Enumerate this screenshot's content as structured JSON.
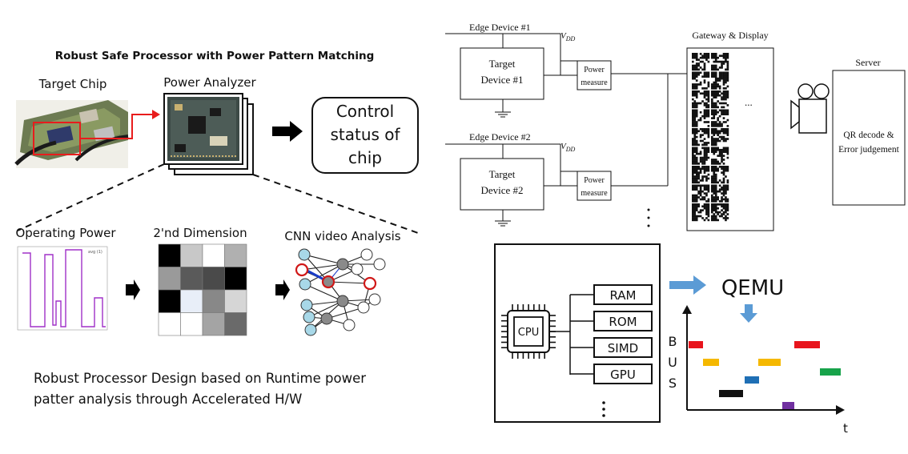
{
  "left_panel": {
    "title": "Robust Safe Processor with Power Pattern Matching",
    "target_chip": "Target Chip",
    "power_analyzer": "Power Analyzer",
    "control_box_lines": [
      "Control",
      "status of",
      "chip"
    ],
    "operating_power": "Operating Power",
    "second_dimension": "2'nd Dimension",
    "cnn_analysis": "CNN video Analysis",
    "description_lines": [
      "Robust Processor Design based on Runtime power",
      "patter analysis through Accelerated H/W"
    ],
    "power_plot_legend": "avg (1)"
  },
  "heatmap": {
    "grid": [
      [
        "#000000",
        "#c8c8c8",
        "#ffffff",
        "#b0b0b0"
      ],
      [
        "#9a9a9a",
        "#5a5a5a",
        "#4a4a4a",
        "#000000"
      ],
      [
        "#000000",
        "#e8eef8",
        "#888888",
        "#d6d6d6"
      ],
      [
        "#ffffff",
        "#ffffff",
        "#a4a4a4",
        "#6a6a6a"
      ]
    ]
  },
  "top_right": {
    "edge1": "Edge Device #1",
    "edge2": "Edge Device #2",
    "vdd": "V",
    "vdd_sub": "DD",
    "target1_lines": [
      "Target",
      "Device #1"
    ],
    "target2_lines": [
      "Target",
      "Device #2"
    ],
    "power_measure_lines": [
      "Power",
      "measure"
    ],
    "gateway": "Gateway & Display",
    "ellipsis": "...",
    "server": "Server",
    "server_desc_lines": [
      "QR decode &",
      "Error judgement"
    ]
  },
  "bottom_right": {
    "cpu": "CPU",
    "modules": [
      "RAM",
      "ROM",
      "SIMD",
      "GPU"
    ],
    "qemu": "QEMU",
    "bus_letters": [
      "B",
      "U",
      "S"
    ],
    "t_axis": "t"
  },
  "colors": {
    "red": "#e81c1c",
    "arrow_blue": "#5b9bd5",
    "bar_red": "#e8141c",
    "bar_yellow": "#f5b800",
    "bar_blue": "#1f6fb5",
    "bar_black": "#111111",
    "bar_green": "#17a34a",
    "bar_purple": "#7030a0",
    "plot_purple": "#a030c8"
  }
}
